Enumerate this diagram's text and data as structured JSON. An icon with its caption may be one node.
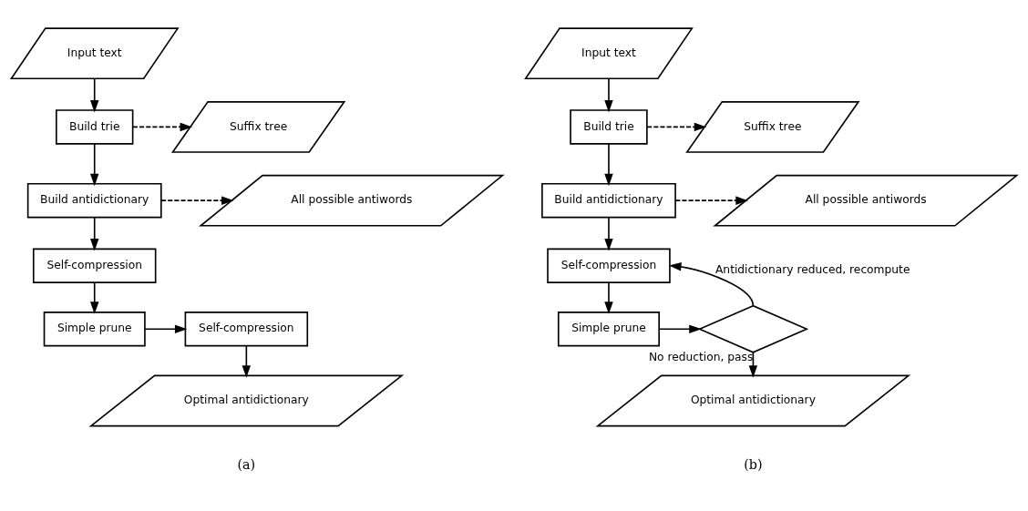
{
  "diagram": {
    "nodes": [
      {
        "text": [
          "Input text"
        ]
      },
      {
        "text": [
          "Build trie"
        ]
      },
      {
        "text": [
          "Suffix tree"
        ]
      },
      {
        "text": [
          "Build antidictionary"
        ]
      },
      {
        "text": [
          "All possible antiwords"
        ]
      },
      {
        "text": [
          "Self-compression"
        ]
      },
      {
        "text": [
          "Simple prune"
        ]
      },
      {
        "text": [
          "Self-compression"
        ]
      },
      {
        "text": [
          "Optimal antidictionary"
        ]
      },
      {
        "text": [
          "Input text"
        ]
      },
      {
        "text": [
          "Build trie"
        ]
      },
      {
        "text": [
          "Suffix tree"
        ]
      },
      {
        "text": [
          "Build antidictionary"
        ]
      },
      {
        "text": [
          "All possible antiwords"
        ]
      },
      {
        "text": [
          "Self-compression"
        ]
      },
      {
        "text": [
          "Simple prune"
        ]
      },
      {
        "text": [],
        "shape": "diamond"
      },
      {
        "text": [
          "Optimal antidictionary"
        ]
      }
    ],
    "edges": [
      {
        "from": 0,
        "to": 1,
        "arrow": "to"
      },
      {
        "from": 1,
        "to": 2,
        "arrow": "to",
        "style": "dashed"
      },
      {
        "from": 1,
        "to": 3,
        "arrow": "to"
      },
      {
        "from": 3,
        "to": 4,
        "arrow": "to",
        "style": "dashed"
      },
      {
        "from": 3,
        "to": 5,
        "arrow": "to"
      },
      {
        "from": 5,
        "to": 6,
        "arrow": "to"
      },
      {
        "from": 6,
        "to": 7,
        "arrow": "to"
      },
      {
        "from": 7,
        "to": 8,
        "arrow": "to"
      },
      {
        "from": 9,
        "to": 10,
        "arrow": "to"
      },
      {
        "from": 10,
        "to": 11,
        "arrow": "to",
        "style": "dashed"
      },
      {
        "from": 10,
        "to": 12,
        "arrow": "to"
      },
      {
        "from": 12,
        "to": 13,
        "arrow": "to",
        "style": "dashed"
      },
      {
        "from": 12,
        "to": 14,
        "arrow": "to"
      },
      {
        "from": 14,
        "to": 15,
        "arrow": "to"
      },
      {
        "from": 15,
        "to": 16,
        "arrow": "to"
      },
      {
        "from": 16,
        "to": 14,
        "arrow": "to",
        "label": "Antidictionary reduced, recompute"
      },
      {
        "from": 16,
        "to": 17,
        "arrow": "to",
        "label": "No reduction, pass"
      }
    ],
    "labels": [
      "(a)",
      "(b)"
    ]
  }
}
